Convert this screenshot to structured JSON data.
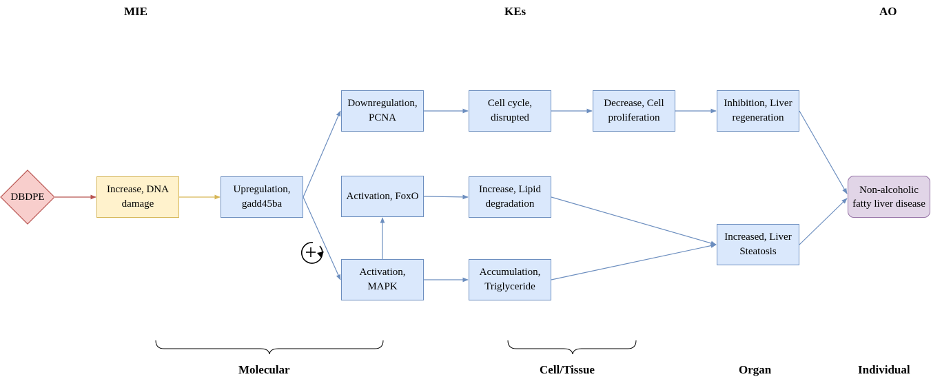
{
  "headers": {
    "mie": "MIE",
    "kes": "KEs",
    "ao": "AO"
  },
  "levels": {
    "molecular": "Molecular",
    "cell_tissue": "Cell/Tissue",
    "organ": "Organ",
    "individual": "Individual"
  },
  "stressor": {
    "label": "DBDPE"
  },
  "nodes": {
    "mie_dna_damage": "Increase, DNA damage",
    "gadd45ba": "Upregulation, gadd45ba",
    "pcna": "Downregulation, PCNA",
    "foxo": "Activation, FoxO",
    "mapk": "Activation, MAPK",
    "cell_cycle": "Cell cycle, disrupted",
    "lipid_degradation": "Increase, Lipid degradation",
    "triglyceride": "Accumulation, Triglyceride",
    "cell_proliferation": "Decrease, Cell proliferation",
    "liver_regeneration": "Inhibition, Liver regeneration",
    "liver_steatosis": "Increased, Liver Steatosis",
    "ao_nafld": "Non-alcoholic fatty liver disease"
  },
  "colors": {
    "stressor_fill": "#f8cecc",
    "stressor_border": "#b85450",
    "stressor_edge": "#b85450",
    "mie_fill": "#fff2cc",
    "mie_border": "#d6b656",
    "ke_fill": "#dae8fc",
    "ke_border": "#6c8ebf",
    "ao_fill": "#e1d5e7",
    "ao_border": "#9673a6",
    "edge": "#6c8ebf"
  },
  "icons": {
    "positive_regulation": "plus-circle-arrow-icon"
  }
}
